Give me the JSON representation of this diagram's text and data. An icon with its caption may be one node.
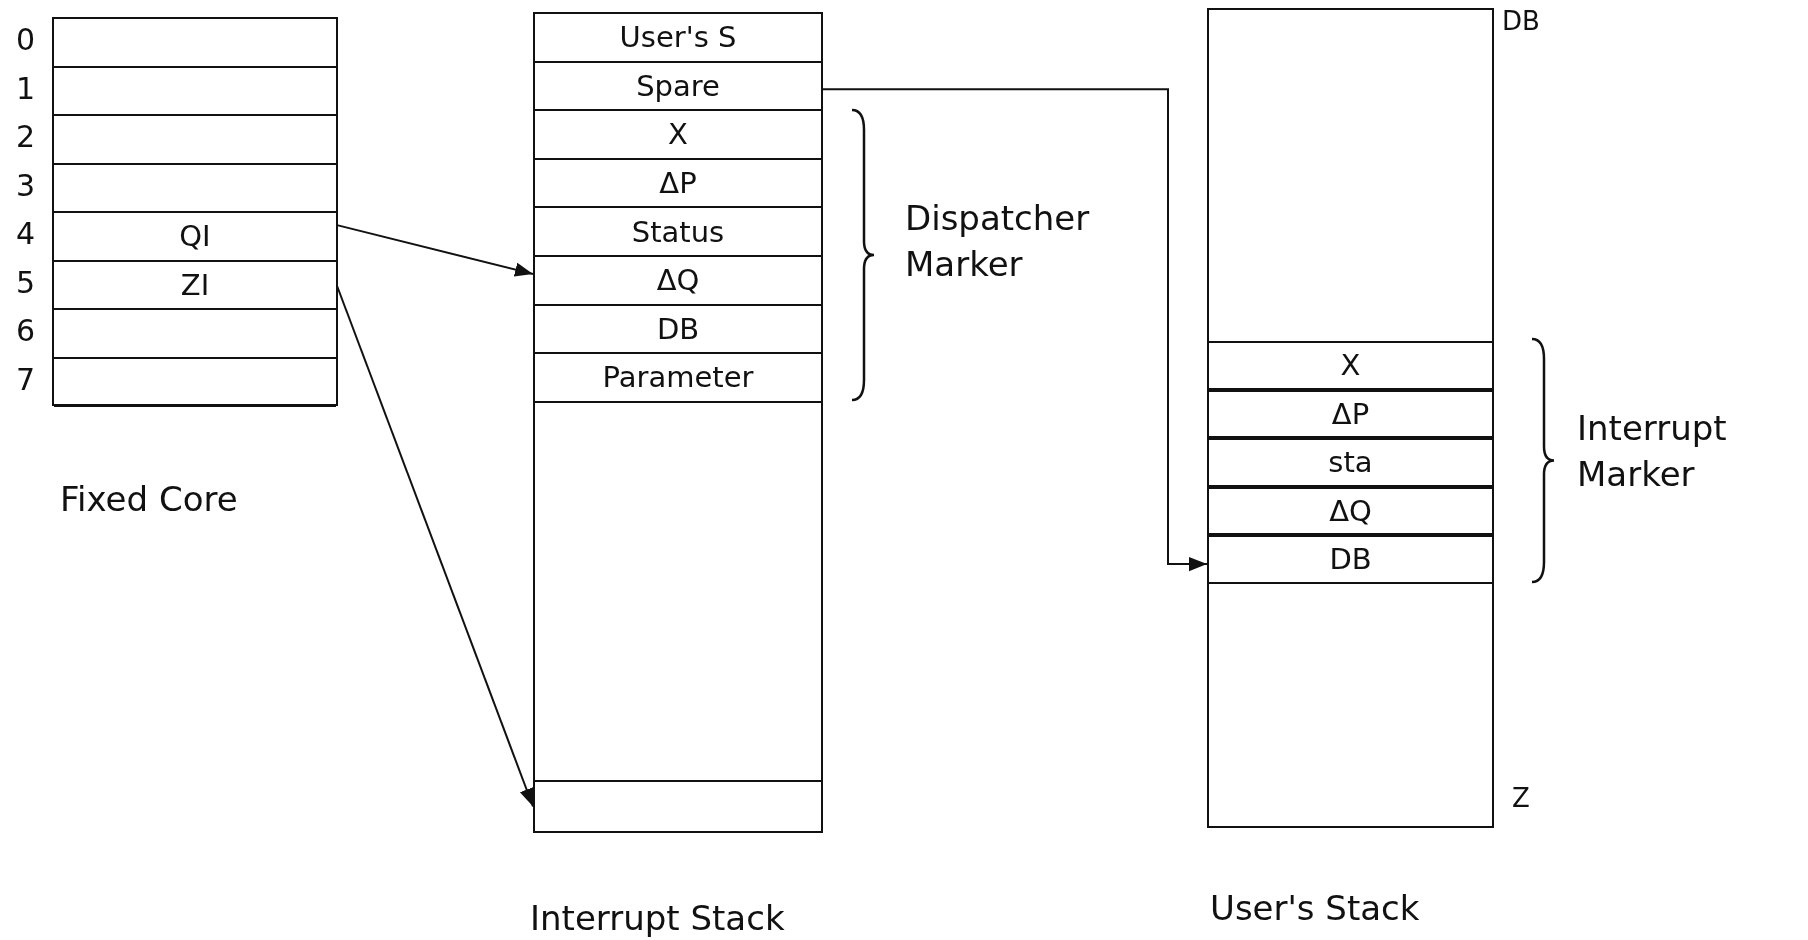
{
  "diagram": {
    "nodes": [
      {
        "text": [
          "Fixed Core"
        ]
      },
      {
        "text": [],
        "shape": "box",
        "in": 0
      },
      {
        "text": [],
        "shape": "box",
        "in": 0
      },
      {
        "text": [],
        "shape": "box",
        "in": 0
      },
      {
        "text": [],
        "shape": "box",
        "in": 0
      },
      {
        "text": [
          "QI"
        ],
        "in": 0
      },
      {
        "text": [
          "ZI"
        ],
        "in": 0
      },
      {
        "text": [],
        "shape": "box",
        "in": 0
      },
      {
        "text": [],
        "shape": "box",
        "in": 0
      },
      {
        "text": [
          "Interrupt Stack"
        ]
      },
      {
        "text": [
          "User's S"
        ],
        "in": 9
      },
      {
        "text": [
          "Spare"
        ],
        "in": 9
      },
      {
        "text": [
          "X"
        ],
        "in": 9
      },
      {
        "text": [
          "ΔP"
        ],
        "in": 9
      },
      {
        "text": [
          "Status"
        ],
        "in": 9
      },
      {
        "text": [
          "ΔQ"
        ],
        "in": 9
      },
      {
        "text": [
          "DB"
        ],
        "in": 9
      },
      {
        "text": [
          "Parameter"
        ],
        "in": 9
      },
      {
        "text": [],
        "shape": "box",
        "in": 9
      },
      {
        "text": [
          "User's Stack"
        ],
        "beside": [
          "DB",
          "Z"
        ]
      },
      {
        "text": [
          "X"
        ],
        "in": 19
      },
      {
        "text": [
          "ΔP"
        ],
        "in": 19
      },
      {
        "text": [
          "sta"
        ],
        "in": 19
      },
      {
        "text": [
          "ΔQ"
        ],
        "in": 19
      },
      {
        "text": [
          "DB"
        ],
        "in": 19
      }
    ],
    "edges": [
      {
        "from": 5,
        "to": 15,
        "arrow": "to"
      },
      {
        "from": 6,
        "to": 18,
        "arrow": "to"
      },
      {
        "from": 11,
        "to": 24,
        "arrow": "to"
      }
    ],
    "labels": [
      "0",
      "1",
      "2",
      "3",
      "4",
      "5",
      "6",
      "7",
      "Dispatcher Marker",
      "Interrupt Marker"
    ]
  }
}
